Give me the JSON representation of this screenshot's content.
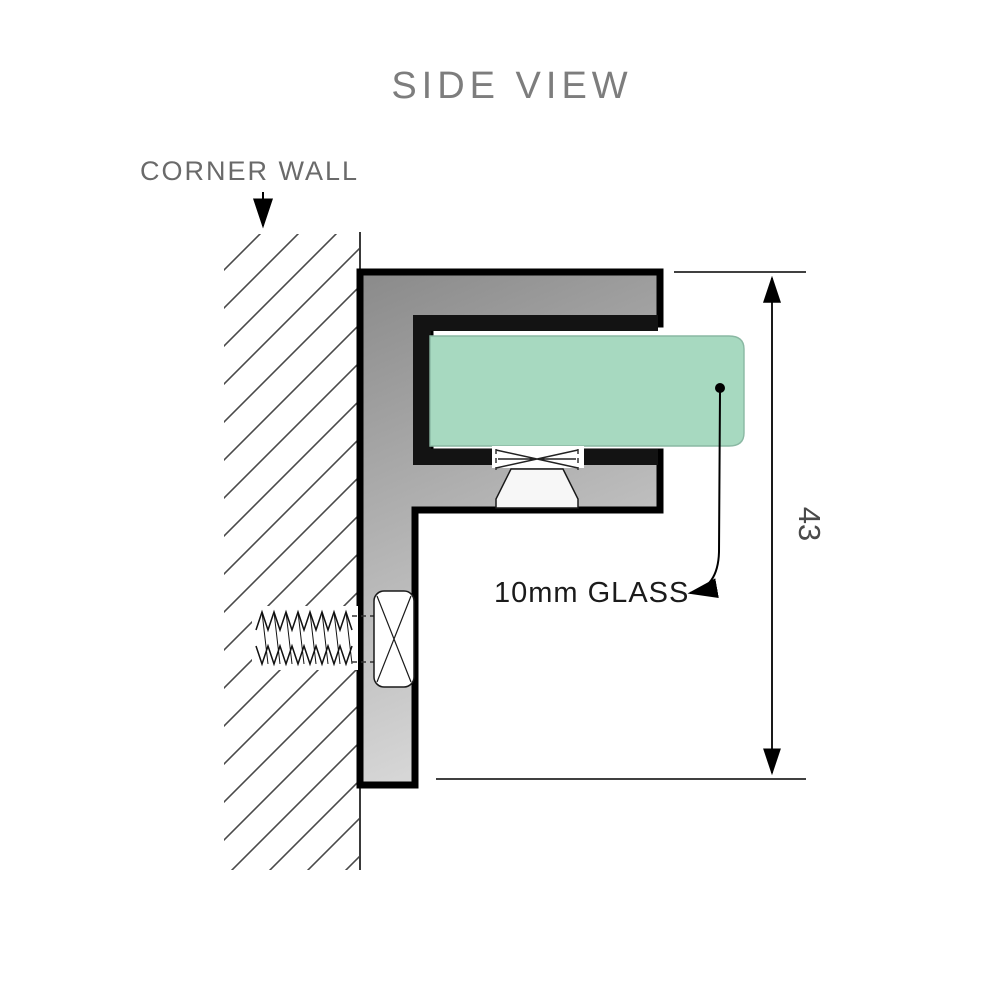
{
  "title": {
    "text": "SIDE VIEW"
  },
  "labels": {
    "corner_wall": "CORNER WALL",
    "glass_callout": "10mm GLASS",
    "dimension_value": "43"
  },
  "colors": {
    "background": "#ffffff",
    "title_text": "#7d7d7d",
    "wall_label_text": "#6a6a6a",
    "callout_text": "#1b1b1b",
    "dimension_text": "#4a4a4a",
    "outline": "#000000",
    "channel_fill": "#131313",
    "bracket_gradient_top": "#8a8a8a",
    "bracket_gradient_bottom": "#d9d9d9",
    "glass_fill": "#a7d9c0",
    "glass_stroke": "#8ab8a3",
    "hatch_line": "#4a4a4a",
    "wall_line": "#3a3a3a"
  }
}
